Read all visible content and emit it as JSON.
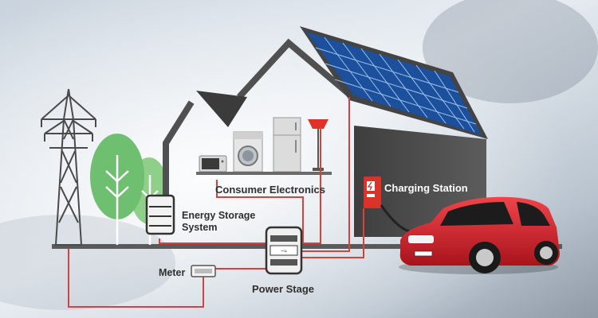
{
  "labels": {
    "consumer_electronics": "Consumer Electronics",
    "energy_storage_line1": "Energy Storage",
    "energy_storage_line2": "System",
    "charging_station": "Charging Station",
    "meter": "Meter",
    "power_stage": "Power Stage"
  },
  "colors": {
    "wire": "#d9413a",
    "roof_dark": "#5a5a5a",
    "solar_cell": "#1c4f9c",
    "car_red": "#d4202a",
    "tree_green": "#7fc57f"
  },
  "icons": [
    "transmission-tower-icon",
    "tree-icon",
    "microwave-icon",
    "washing-machine-icon",
    "refrigerator-icon",
    "floor-lamp-icon",
    "solar-panel-icon",
    "charger-icon",
    "battery-icon",
    "meter-icon",
    "inverter-icon",
    "car-icon"
  ]
}
